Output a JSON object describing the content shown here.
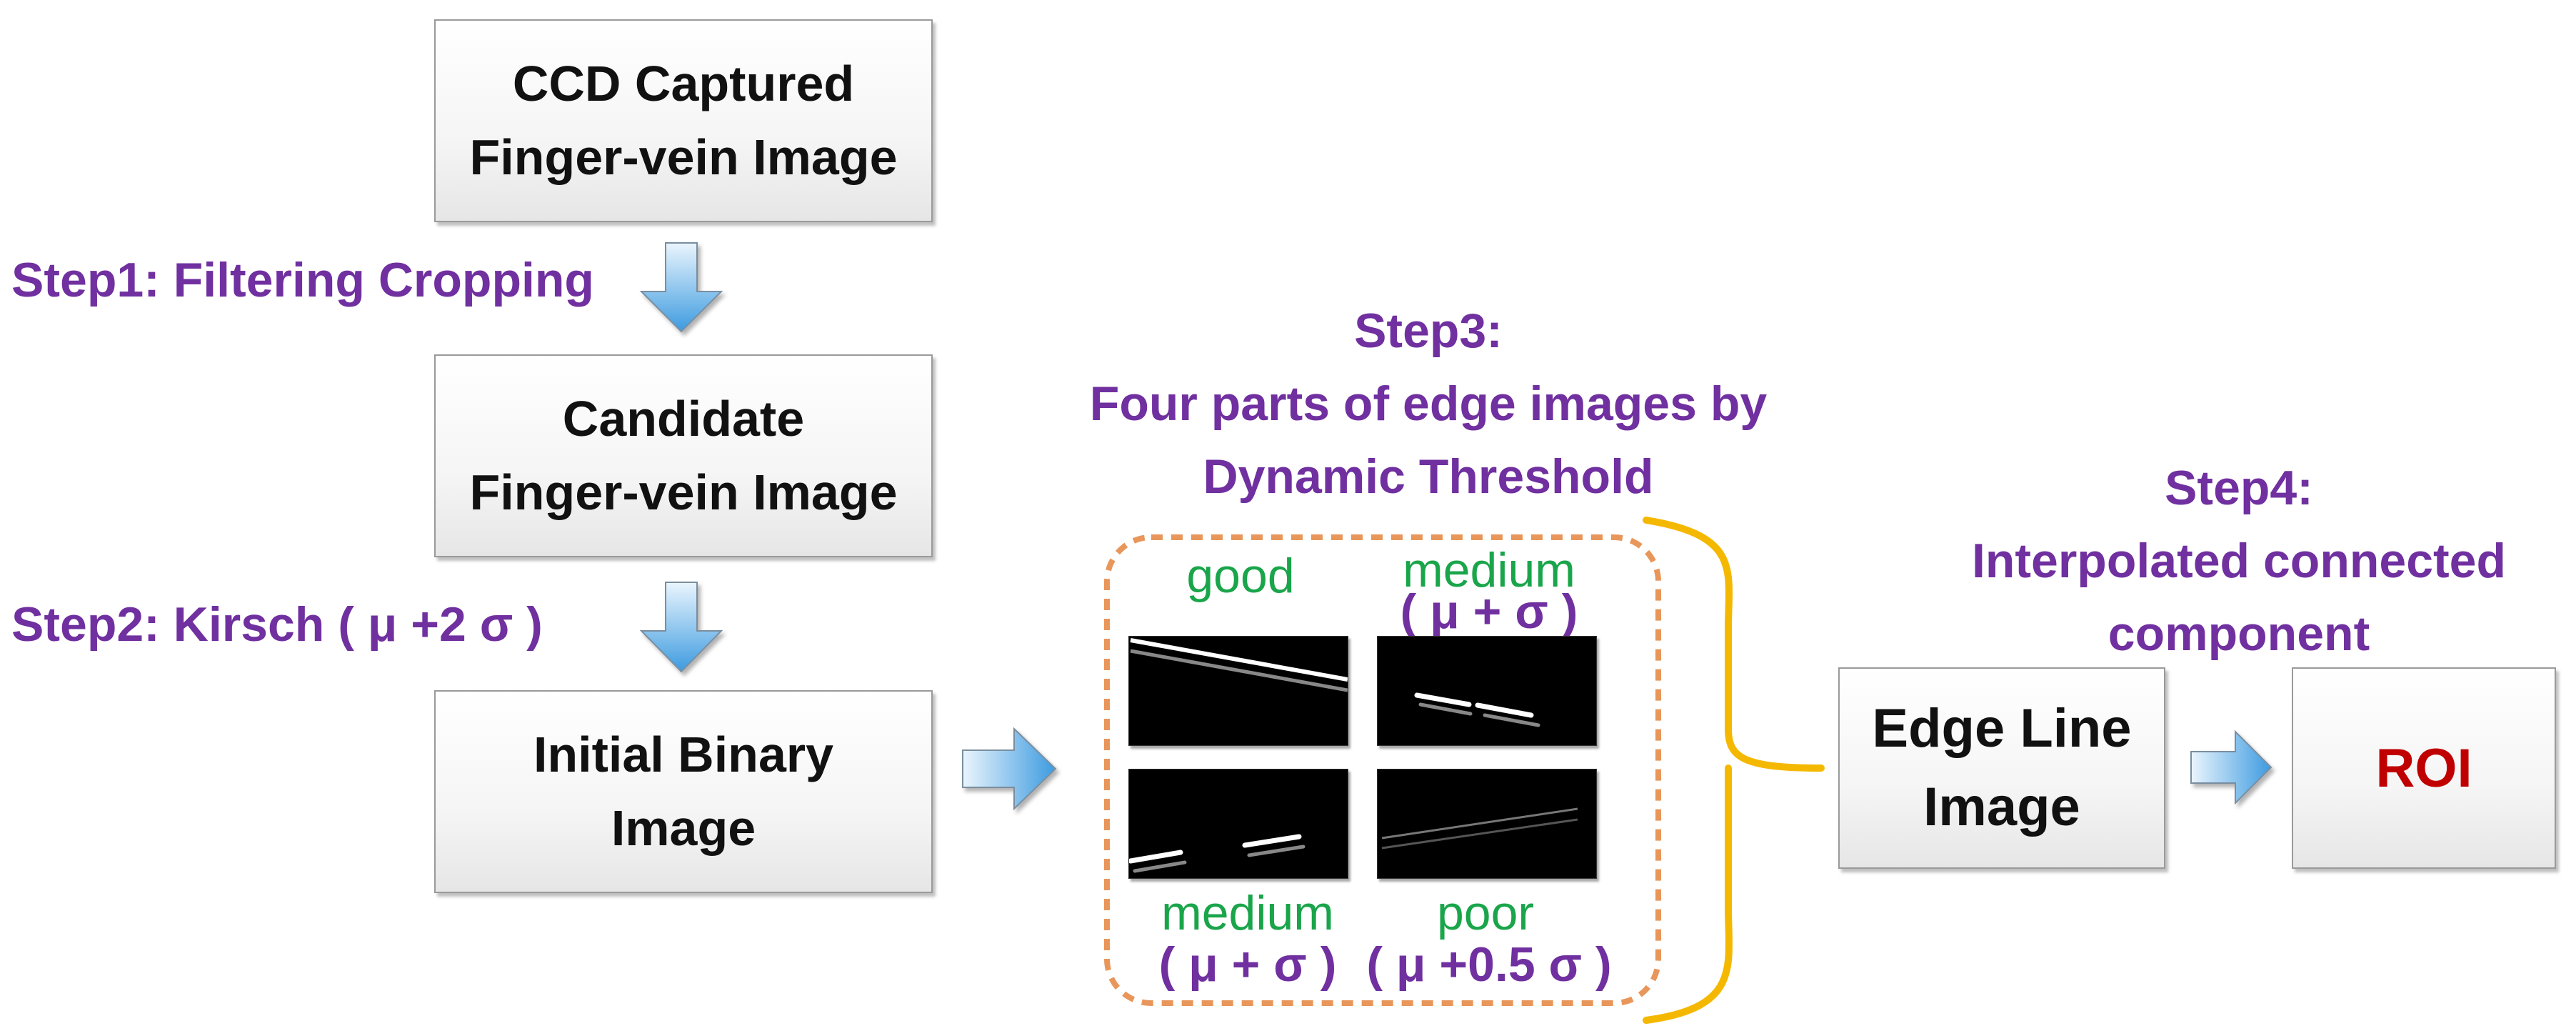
{
  "boxes": {
    "ccd": {
      "line1": "CCD Captured",
      "line2": "Finger-vein Image"
    },
    "candidate": {
      "line1": "Candidate",
      "line2": "Finger-vein Image"
    },
    "initial": {
      "line1": "Initial Binary",
      "line2": "Image"
    },
    "edge_line": {
      "line1": "Edge Line",
      "line2": "Image"
    },
    "roi": {
      "label": "ROI"
    }
  },
  "steps": {
    "step1": "Step1: Filtering Cropping",
    "step2": "Step2: Kirsch ( μ +2 σ )",
    "step3": {
      "line1": "Step3:",
      "line2": "Four parts of edge images by",
      "line3": "Dynamic Threshold"
    },
    "step4": {
      "line1": "Step4:",
      "line2": "Interpolated connected",
      "line3": "component"
    }
  },
  "quadrants": {
    "top_left": {
      "quality": "good"
    },
    "top_right": {
      "quality": "medium",
      "threshold": "( μ + σ )"
    },
    "bottom_left": {
      "quality": "medium",
      "threshold": "( μ + σ )"
    },
    "bottom_right": {
      "quality": "poor",
      "threshold": "( μ +0.5 σ )"
    }
  },
  "colors": {
    "step_text": "#7030a0",
    "quality_text": "#1aa54b",
    "roi_text": "#c00000",
    "dashed_border": "#e8965a",
    "bracket": "#f5b800",
    "arrow_fill": "#5fb0e8"
  }
}
